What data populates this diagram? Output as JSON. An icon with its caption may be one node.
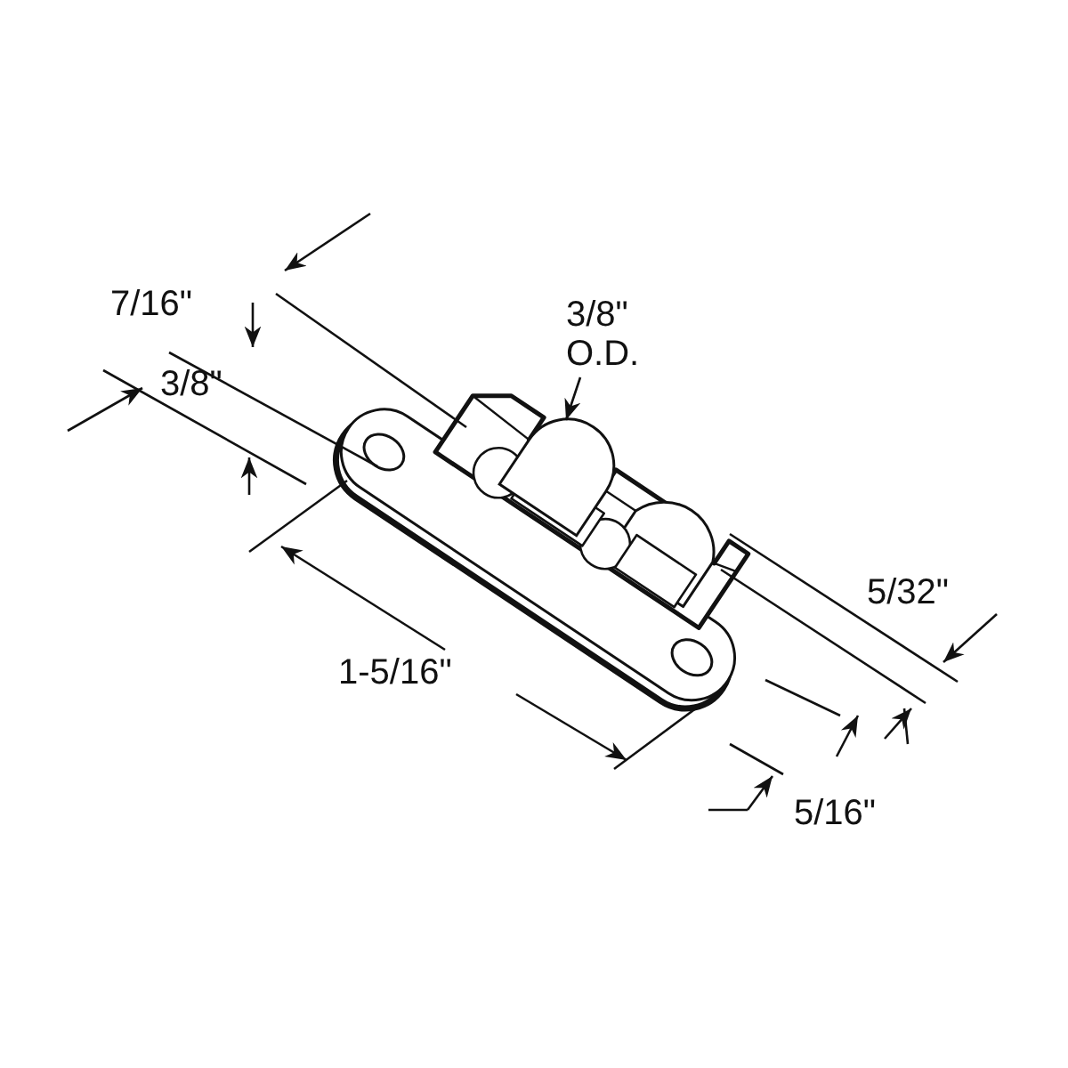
{
  "diagram": {
    "nodes": [
      {
        "text": [
          "3/8\" O.D."
        ]
      },
      {
        "text": [],
        "shape": "picture"
      }
    ],
    "edges": [
      {
        "from": 0,
        "to": 1,
        "arrow": "to"
      }
    ],
    "labels": [
      "7/16\"",
      "3/8\"",
      "5/32\"",
      "1-5/16\"",
      "5/16\""
    ]
  }
}
